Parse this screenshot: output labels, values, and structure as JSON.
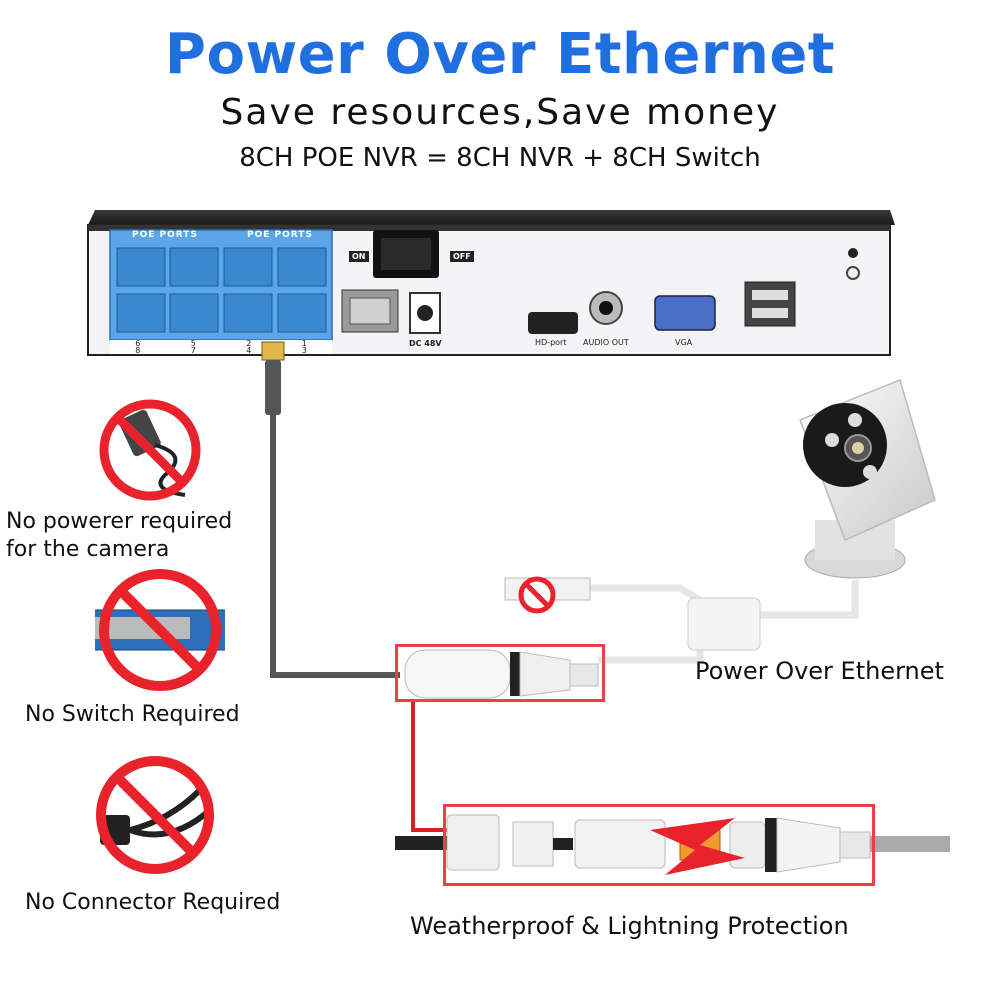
{
  "header": {
    "title": "Power Over Ethernet",
    "subtitle": "Save resources,Save money",
    "formula": "8CH POE NVR = 8CH NVR + 8CH Switch"
  },
  "nvr": {
    "poe_ports_label_left": "POE PORTS",
    "poe_ports_label_right": "POE PORTS",
    "port_numbers_top": [
      "6",
      "5",
      "2",
      "1"
    ],
    "port_numbers_bottom": [
      "8",
      "7",
      "4",
      "3"
    ],
    "switch_on": "ON",
    "switch_off": "OFF",
    "dc_label": "DC 48V",
    "hdmi_label": "HD-port",
    "audio_label": "AUDIO OUT",
    "vga_label": "VGA"
  },
  "left_items": [
    {
      "label": "No powerer required\nfor the camera",
      "icon": "power-adapter-icon"
    },
    {
      "label": "No Switch Required",
      "icon": "network-switch-icon"
    },
    {
      "label": "No Connector Required",
      "icon": "poe-splitter-icon"
    }
  ],
  "right": {
    "poe_label": "Power Over Ethernet",
    "protection_label": "Weatherproof & Lightning Protection"
  },
  "colors": {
    "title_blue": "#1f6fe0",
    "prohibition_red": "#e8232b",
    "port_panel_blue": "#5aa6e6",
    "highlight_box": "#e8414a"
  }
}
